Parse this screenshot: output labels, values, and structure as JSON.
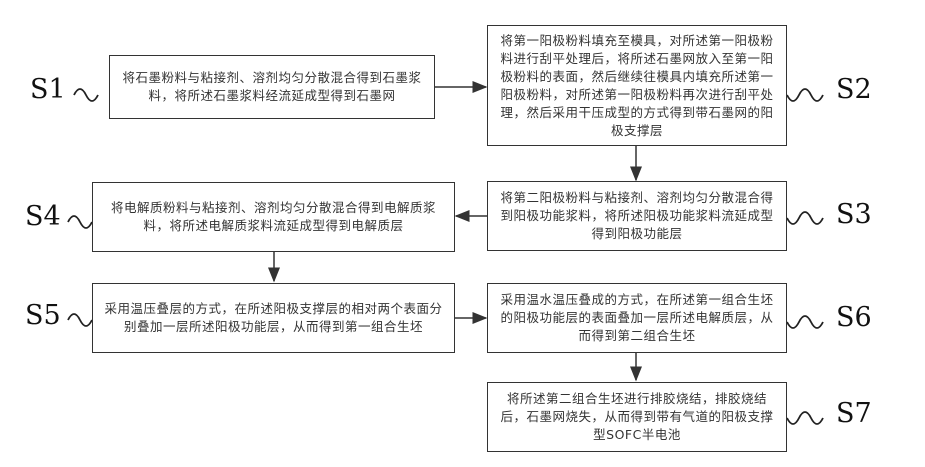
{
  "steps": [
    {
      "id": "S1",
      "label": "S1",
      "text": "将石墨粉料与粘接剂、溶剂均匀分散混合得到石墨浆料，将所述石墨浆料经流延成型得到石墨网"
    },
    {
      "id": "S2",
      "label": "S2",
      "text": "将第一阳极粉料填充至模具，对所述第一阳极粉料进行刮平处理后，将所述石墨网放入至第一阳极粉料的表面，然后继续往模具内填充所述第一阳极粉料，对所述第一阳极粉料再次进行刮平处理，然后采用干压成型的方式得到带石墨网的阳极支撑层"
    },
    {
      "id": "S3",
      "label": "S3",
      "text": "将第二阳极粉料与粘接剂、溶剂均匀分散混合得到阳极功能浆料，将所述阳极功能浆料流延成型得到阳极功能层"
    },
    {
      "id": "S4",
      "label": "S4",
      "text": "将电解质粉料与粘接剂、溶剂均匀分散混合得到电解质浆料，将所述电解质浆料流延成型得到电解质层"
    },
    {
      "id": "S5",
      "label": "S5",
      "text": "采用温压叠层的方式，在所述阳极支撑层的相对两个表面分别叠加一层所述阳极功能层，从而得到第一组合生坯"
    },
    {
      "id": "S6",
      "label": "S6",
      "text": "采用温水温压叠成的方式，在所述第一组合生坯的阳极功能层的表面叠加一层所述电解质层，从而得到第二组合生坯"
    },
    {
      "id": "S7",
      "label": "S7",
      "text": "将所述第二组合生坯进行排胶烧结，排胶烧结后，石墨网烧失，从而得到带有气道的阳极支撑型SOFC半电池"
    }
  ]
}
